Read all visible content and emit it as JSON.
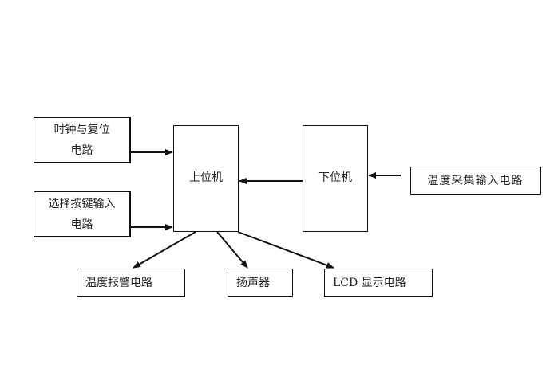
{
  "diagram": {
    "nodes": {
      "clock_reset": {
        "line1": "时钟与复位",
        "line2": "电路"
      },
      "key_input": {
        "line1": "选择按键输入",
        "line2": "电路"
      },
      "host": {
        "label": "上位机"
      },
      "slave": {
        "label": "下位机"
      },
      "temp_acquire": {
        "label": "温度采集输入电路"
      },
      "temp_alarm": {
        "label": "温度报警电路"
      },
      "speaker": {
        "label": "扬声器"
      },
      "lcd": {
        "label": "LCD 显示电路"
      }
    },
    "edges": [
      {
        "from": "时钟与复位电路",
        "to": "上位机"
      },
      {
        "from": "选择按键输入电路",
        "to": "上位机"
      },
      {
        "from": "下位机",
        "to": "上位机"
      },
      {
        "from": "温度采集输入电路",
        "to": "下位机"
      },
      {
        "from": "上位机",
        "to": "温度报警电路"
      },
      {
        "from": "上位机",
        "to": "扬声器"
      },
      {
        "from": "上位机",
        "to": "LCD 显示电路"
      }
    ]
  }
}
